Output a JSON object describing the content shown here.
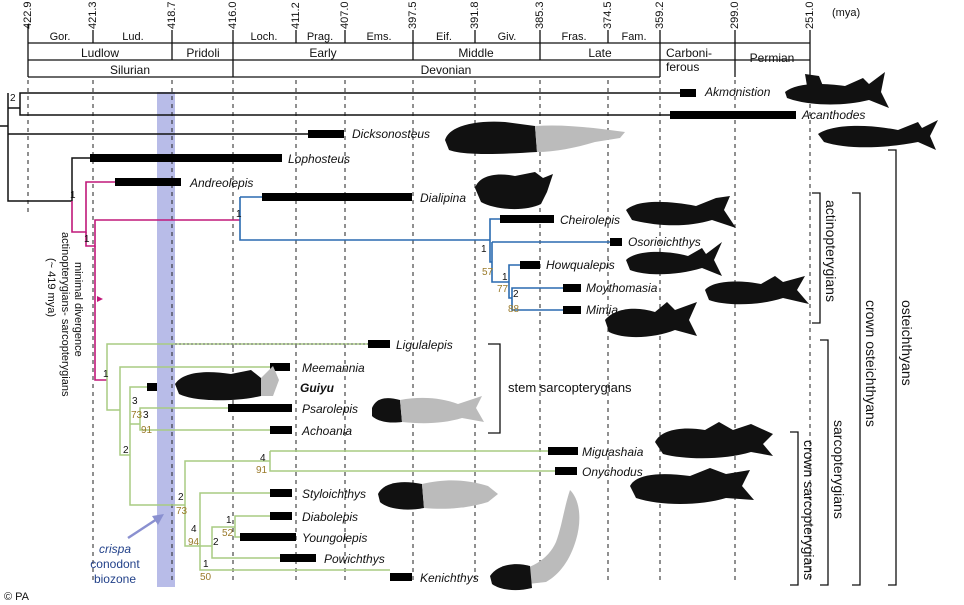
{
  "timescale": {
    "unit": "(mya)",
    "ages": [
      "422.9",
      "421.3",
      "418.7",
      "416.0",
      "411.2",
      "407.0",
      "397.5",
      "391.8",
      "385.3",
      "374.5",
      "359.2",
      "299.0",
      "251.0"
    ],
    "stages": [
      "Gor.",
      "Lud.",
      "Loch.",
      "Prag.",
      "Ems.",
      "Eif.",
      "Giv.",
      "Fras.",
      "Fam."
    ],
    "epochs": [
      "Ludlow",
      "Pridoli",
      "Early",
      "Middle",
      "Late",
      "Carboni-",
      "ferous",
      "Permian"
    ],
    "periods": [
      "Silurian",
      "Devonian"
    ]
  },
  "taxa": {
    "akmonistion": "Akmonistion",
    "acanthodes": "Acanthodes",
    "dicksonosteus": "Dicksonosteus",
    "lophosteus": "Lophosteus",
    "andreolepis": "Andreolepis",
    "dialipina": "Dialipina",
    "cheirolepis": "Cheirolepis",
    "osorioichthys": "Osorioichthys",
    "howqualepis": "Howqualepis",
    "moythomasia": "Moythomasia",
    "mimia": "Mimia",
    "ligulalepis": "Ligulalepis",
    "meemannia": "Meemannia",
    "guiyu": "Guiyu",
    "psarolepis": "Psarolepis",
    "achoania": "Achoania",
    "miguashaia": "Miguashaia",
    "onychodus": "Onychodus",
    "styloichthys": "Styloichthys",
    "diabolepis": "Diabolepis",
    "youngolepis": "Youngolepis",
    "powichthys": "Powichthys",
    "kenichthys": "Kenichthys"
  },
  "support_values": {
    "root": "2",
    "osteichthyes": "1",
    "actinopterygii": "1",
    "sarcopterygii": "1",
    "ray_a": "1",
    "ray_a_boot": "57",
    "ray_b": "1",
    "ray_b_boot": "77",
    "ray_c": "2",
    "ray_c_boot": "88",
    "sarco_a": "3",
    "sarco_a_boot": "73",
    "sarco_b": "3",
    "sarco_b_boot": "91",
    "sarco_c": "2",
    "crown_sarco": "2",
    "crown_sarco_boot": "73",
    "actinistia": "4",
    "actinistia_boot": "91",
    "rhip_a": "4",
    "rhip_a_boot": "94",
    "rhip_b": "1",
    "rhip_b_boot": "52",
    "rhip_c": "2",
    "rhip_d": "1",
    "rhip_d_boot": "50"
  },
  "annotations": {
    "divergence": [
      "minimal divergence",
      "actinopterygians- sarcopterygians",
      "(~ 419 mya)"
    ],
    "zone_1": "crispa",
    "zone_2": "conodont",
    "zone_3": "biozone"
  },
  "group_labels": {
    "actinopterygians": "actinopterygians",
    "stem_sarcopterygians": "stem sarcopterygians",
    "sarcopterygians": "sarcopterygians",
    "crown_sarcopterygians": "crown sarcopterygians",
    "crown_osteichthyans": "crown osteichthyans",
    "osteichthyans": "osteichthyans"
  },
  "credit": "© PA",
  "colors": {
    "actinopterygian_branch": "#2a6ab0",
    "sarcopterygian_branch": "#a8cc82",
    "divergence_branch": "#c0187a",
    "biozone_band": "#b8bce8",
    "biozone_label": "#23428a",
    "bootstrap": "#9a7a2a"
  }
}
